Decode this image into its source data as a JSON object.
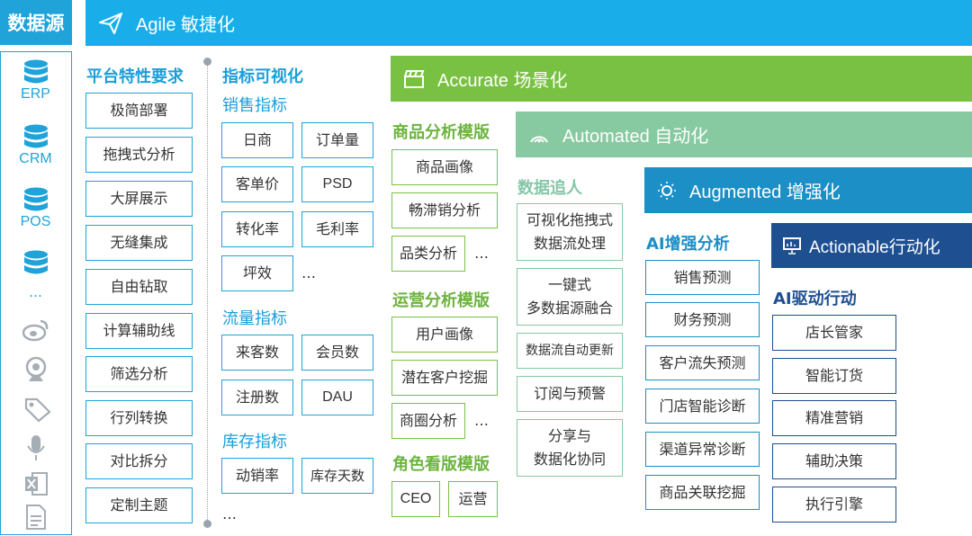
{
  "datasource": {
    "title": "数据源",
    "items": [
      {
        "icon": "database-icon",
        "label": "ERP"
      },
      {
        "icon": "database-icon",
        "label": "CRM"
      },
      {
        "icon": "database-icon",
        "label": "POS"
      },
      {
        "icon": "database-icon",
        "label": ""
      }
    ],
    "ellipsis": "…",
    "other_icons": [
      "weibo-icon",
      "webcam-icon",
      "tag-icon",
      "microphone-icon",
      "excel-icon",
      "document-icon"
    ]
  },
  "banners": {
    "agile": "Agile 敏捷化",
    "accurate": "Accurate 场景化",
    "automated": "Automated 自动化",
    "augmented": "Augmented 增强化",
    "actionable": "Actionable行动化"
  },
  "platform": {
    "title": "平台特性要求",
    "items": [
      "极简部署",
      "拖拽式分析",
      "大屏展示",
      "无缝集成",
      "自由钻取",
      "计算辅助线",
      "筛选分析",
      "行列转换",
      "对比拆分",
      "定制主题"
    ]
  },
  "metrics": {
    "title": "指标可视化",
    "sales": {
      "title": "销售指标",
      "items": [
        "日商",
        "订单量",
        "客单价",
        "PSD",
        "转化率",
        "毛利率",
        "坪效"
      ],
      "more": "…"
    },
    "traffic": {
      "title": "流量指标",
      "items": [
        "来客数",
        "会员数",
        "注册数",
        "DAU"
      ]
    },
    "inventory": {
      "title": "库存指标",
      "items": [
        "动销率",
        "库存天数"
      ],
      "more": "…"
    }
  },
  "scenarios": {
    "product": {
      "title": "商品分析模版",
      "items": [
        "商品画像",
        "畅滞销分析",
        "品类分析"
      ],
      "more": "…"
    },
    "operation": {
      "title": "运营分析模版",
      "items": [
        "用户画像",
        "潜在客户挖掘",
        "商圈分析"
      ],
      "more": "…"
    },
    "role": {
      "title": "角色看版模版",
      "items": [
        "CEO",
        "运营"
      ]
    }
  },
  "automation": {
    "title": "数据追人",
    "items": [
      {
        "line1": "可视化拖拽式",
        "line2": "数据流处理"
      },
      {
        "line1": "一键式",
        "line2": "多数据源融合"
      },
      {
        "line1": "数据流自动更新",
        "line2": ""
      },
      {
        "line1": "订阅与预警",
        "line2": ""
      },
      {
        "line1": "分享与",
        "line2": "数据化协同"
      }
    ]
  },
  "augmented": {
    "title": "AI增强分析",
    "items": [
      "销售预测",
      "财务预测",
      "客户流失预测",
      "门店智能诊断",
      "渠道异常诊断",
      "商品关联挖掘"
    ]
  },
  "actionable": {
    "title": "AI驱动行动",
    "items": [
      "店长管家",
      "智能订货",
      "精准营销",
      "辅助决策",
      "执行引擎"
    ]
  },
  "colors": {
    "agile": "#19aeea",
    "accurate": "#79c142",
    "automated": "#87c9a1",
    "augmented": "#1b8fc6",
    "actionable": "#1d4f91"
  }
}
